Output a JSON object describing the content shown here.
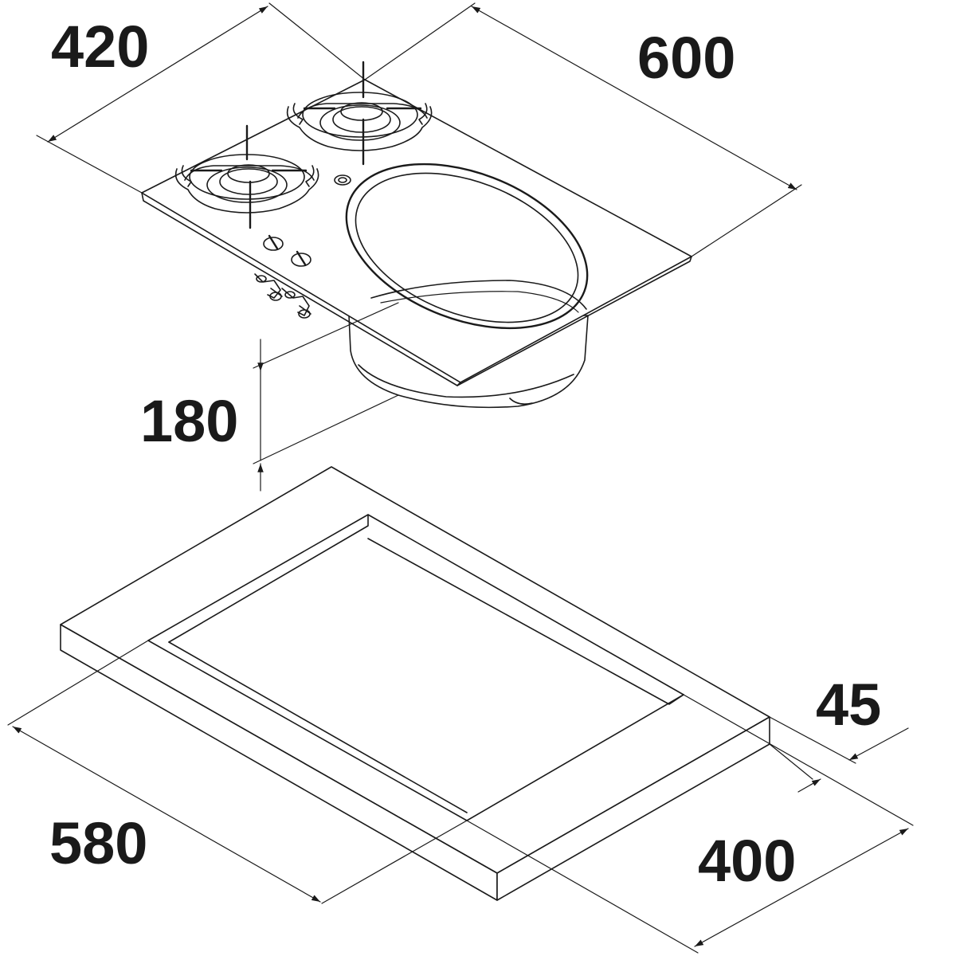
{
  "dimensions": {
    "hob_depth": "420",
    "hob_width": "600",
    "hob_height": "180",
    "cutout_depth": "45",
    "cutout_width": "580",
    "cutout_length": "400"
  },
  "colors": {
    "line": "#1a1a1a",
    "background": "#ffffff"
  }
}
